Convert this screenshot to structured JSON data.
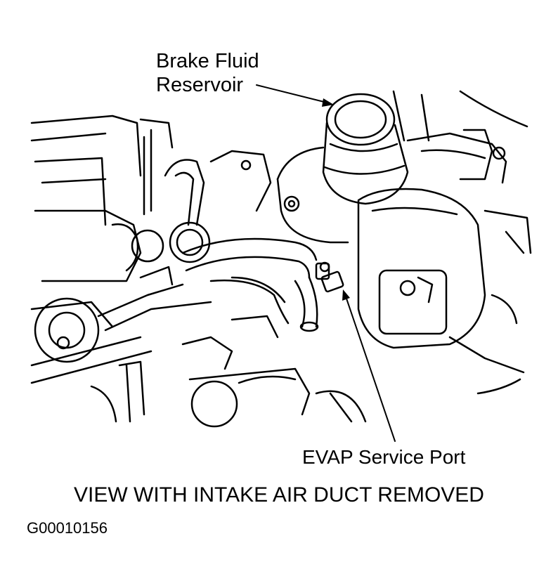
{
  "labels": {
    "brake_fluid_line1": "Brake Fluid",
    "brake_fluid_line2": "Reservoir",
    "evap_port": "EVAP Service Port",
    "caption": "VIEW WITH INTAKE AIR DUCT REMOVED",
    "figure_id": "G00010156"
  }
}
